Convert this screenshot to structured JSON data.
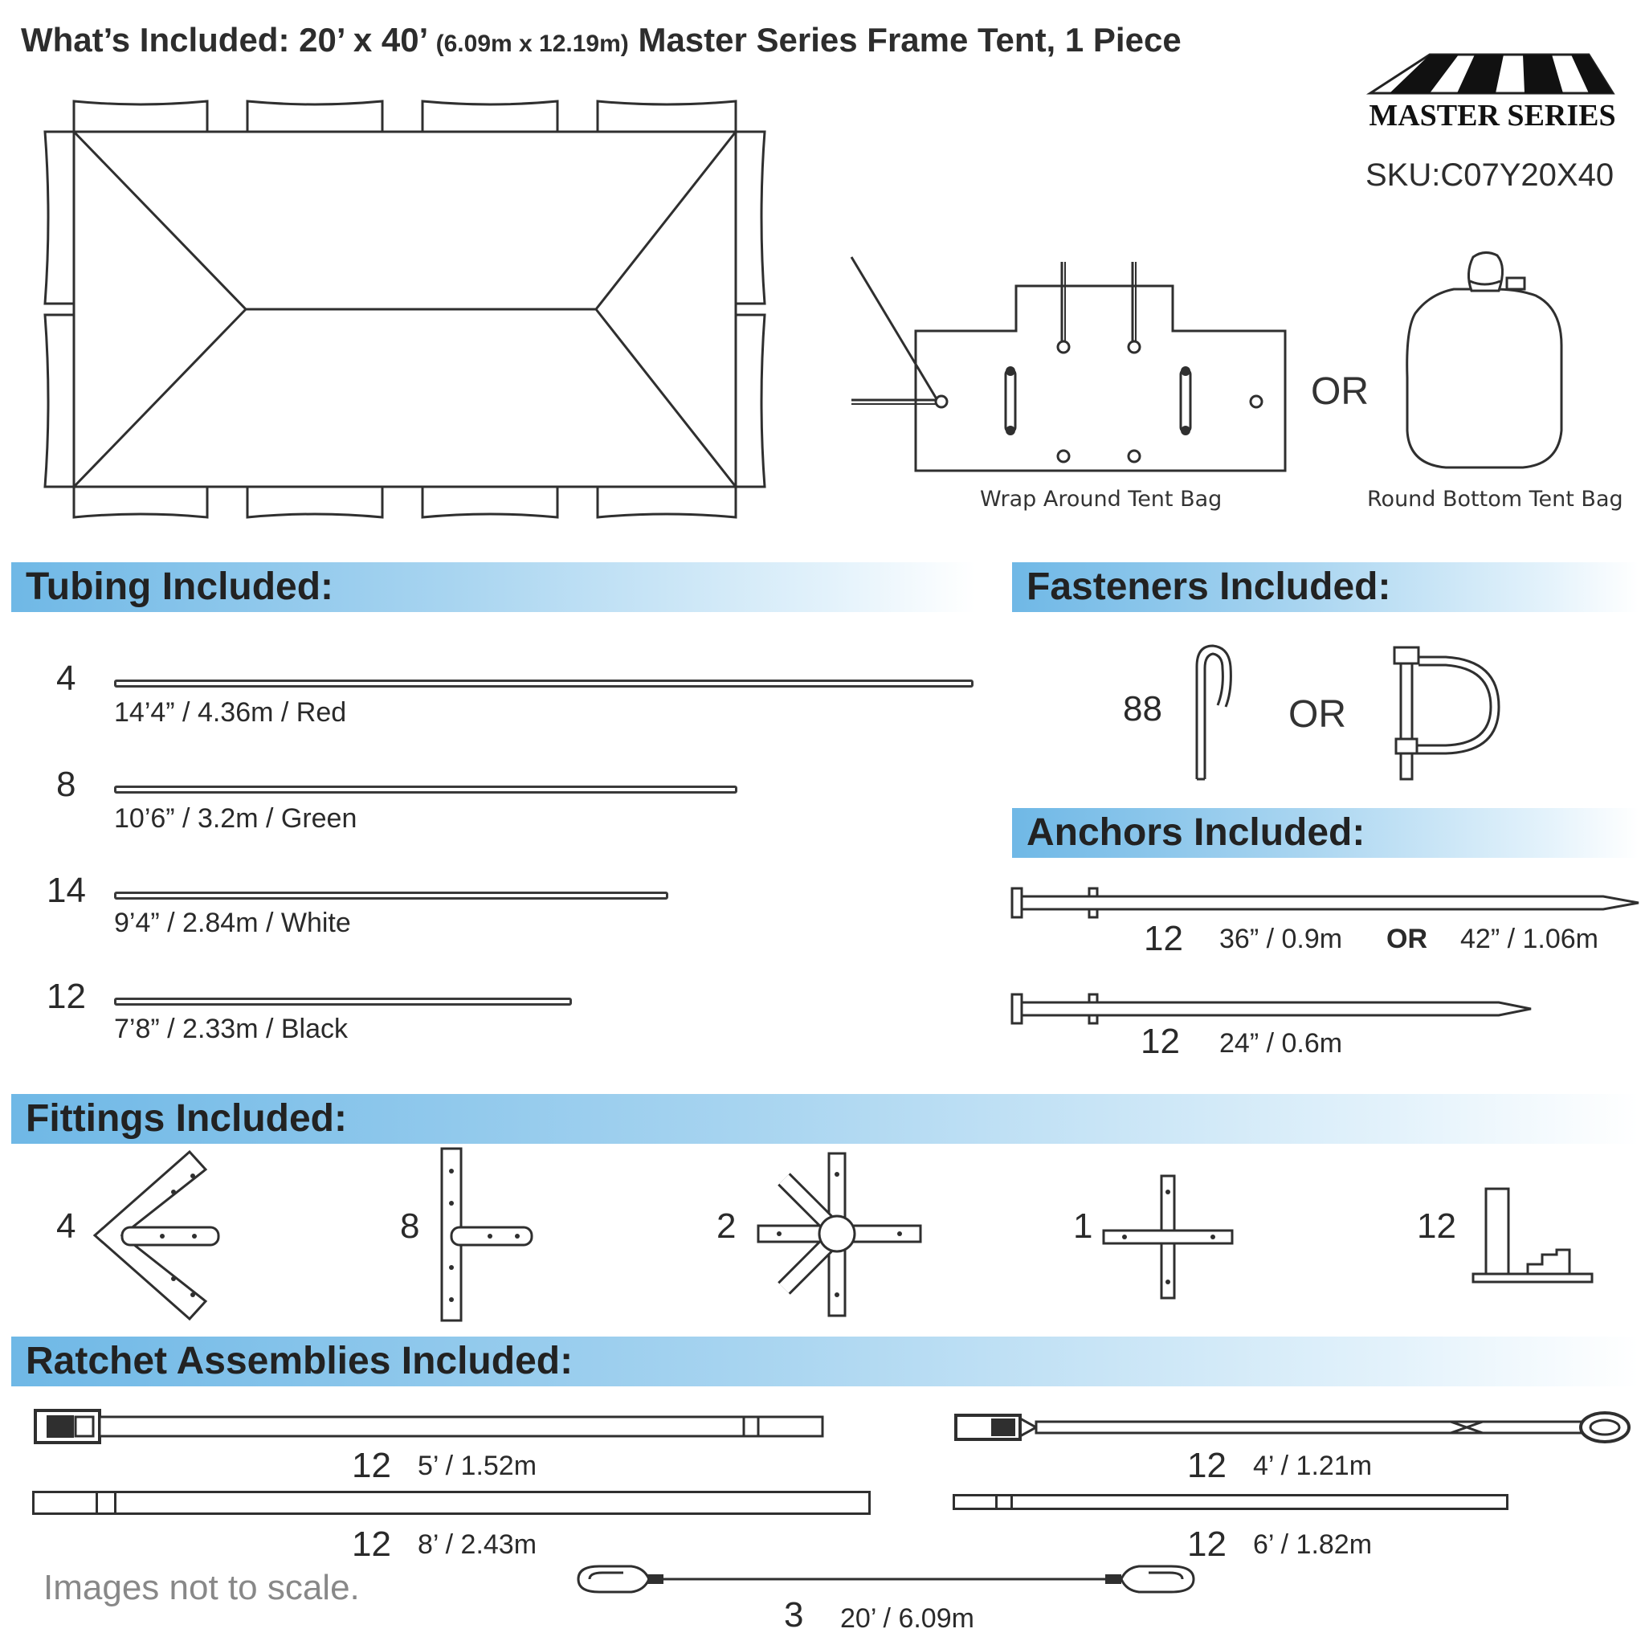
{
  "header": {
    "title_main": "What’s Included: 20’ x 40’",
    "title_metric": "(6.09m x 12.19m)",
    "title_end": "Master Series Frame Tent, 1 Piece",
    "brand": "MASTER SERIES",
    "sku": "SKU:C07Y20X40"
  },
  "bags": {
    "wrap_label": "Wrap Around Tent Bag",
    "or": "OR",
    "round_label": "Round Bottom Tent Bag"
  },
  "tubing": {
    "heading": "Tubing Included:",
    "items": [
      {
        "qty": "4",
        "label": "14’4” / 4.36m  /  Red"
      },
      {
        "qty": "8",
        "label": "10’6” / 3.2m  /  Green"
      },
      {
        "qty": "14",
        "label": "9’4” / 2.84m  /  White"
      },
      {
        "qty": "12",
        "label": "7’8” / 2.33m  /  Black"
      }
    ]
  },
  "fasteners": {
    "heading": "Fasteners Included:",
    "qty": "88",
    "or": "OR"
  },
  "anchors": {
    "heading": "Anchors Included:",
    "long_qty": "12",
    "long_a": "36” / 0.9m",
    "long_or": "OR",
    "long_b": "42” / 1.06m",
    "short_qty": "12",
    "short_label": "24” / 0.6m"
  },
  "fittings": {
    "heading": "Fittings Included:",
    "items": [
      {
        "qty": "4"
      },
      {
        "qty": "8"
      },
      {
        "qty": "2"
      },
      {
        "qty": "1"
      },
      {
        "qty": "12"
      }
    ]
  },
  "ratchets": {
    "heading": "Ratchet Assemblies Included:",
    "items": [
      {
        "qty": "12",
        "label": "5’ / 1.52m"
      },
      {
        "qty": "12",
        "label": "8’ / 2.43m"
      },
      {
        "qty": "12",
        "label": "4’ / 1.21m"
      },
      {
        "qty": "12",
        "label": "6’ / 1.82m"
      },
      {
        "qty": "3",
        "label": "20’ / 6.09m"
      }
    ]
  },
  "footer": {
    "note": "Images not to scale."
  }
}
